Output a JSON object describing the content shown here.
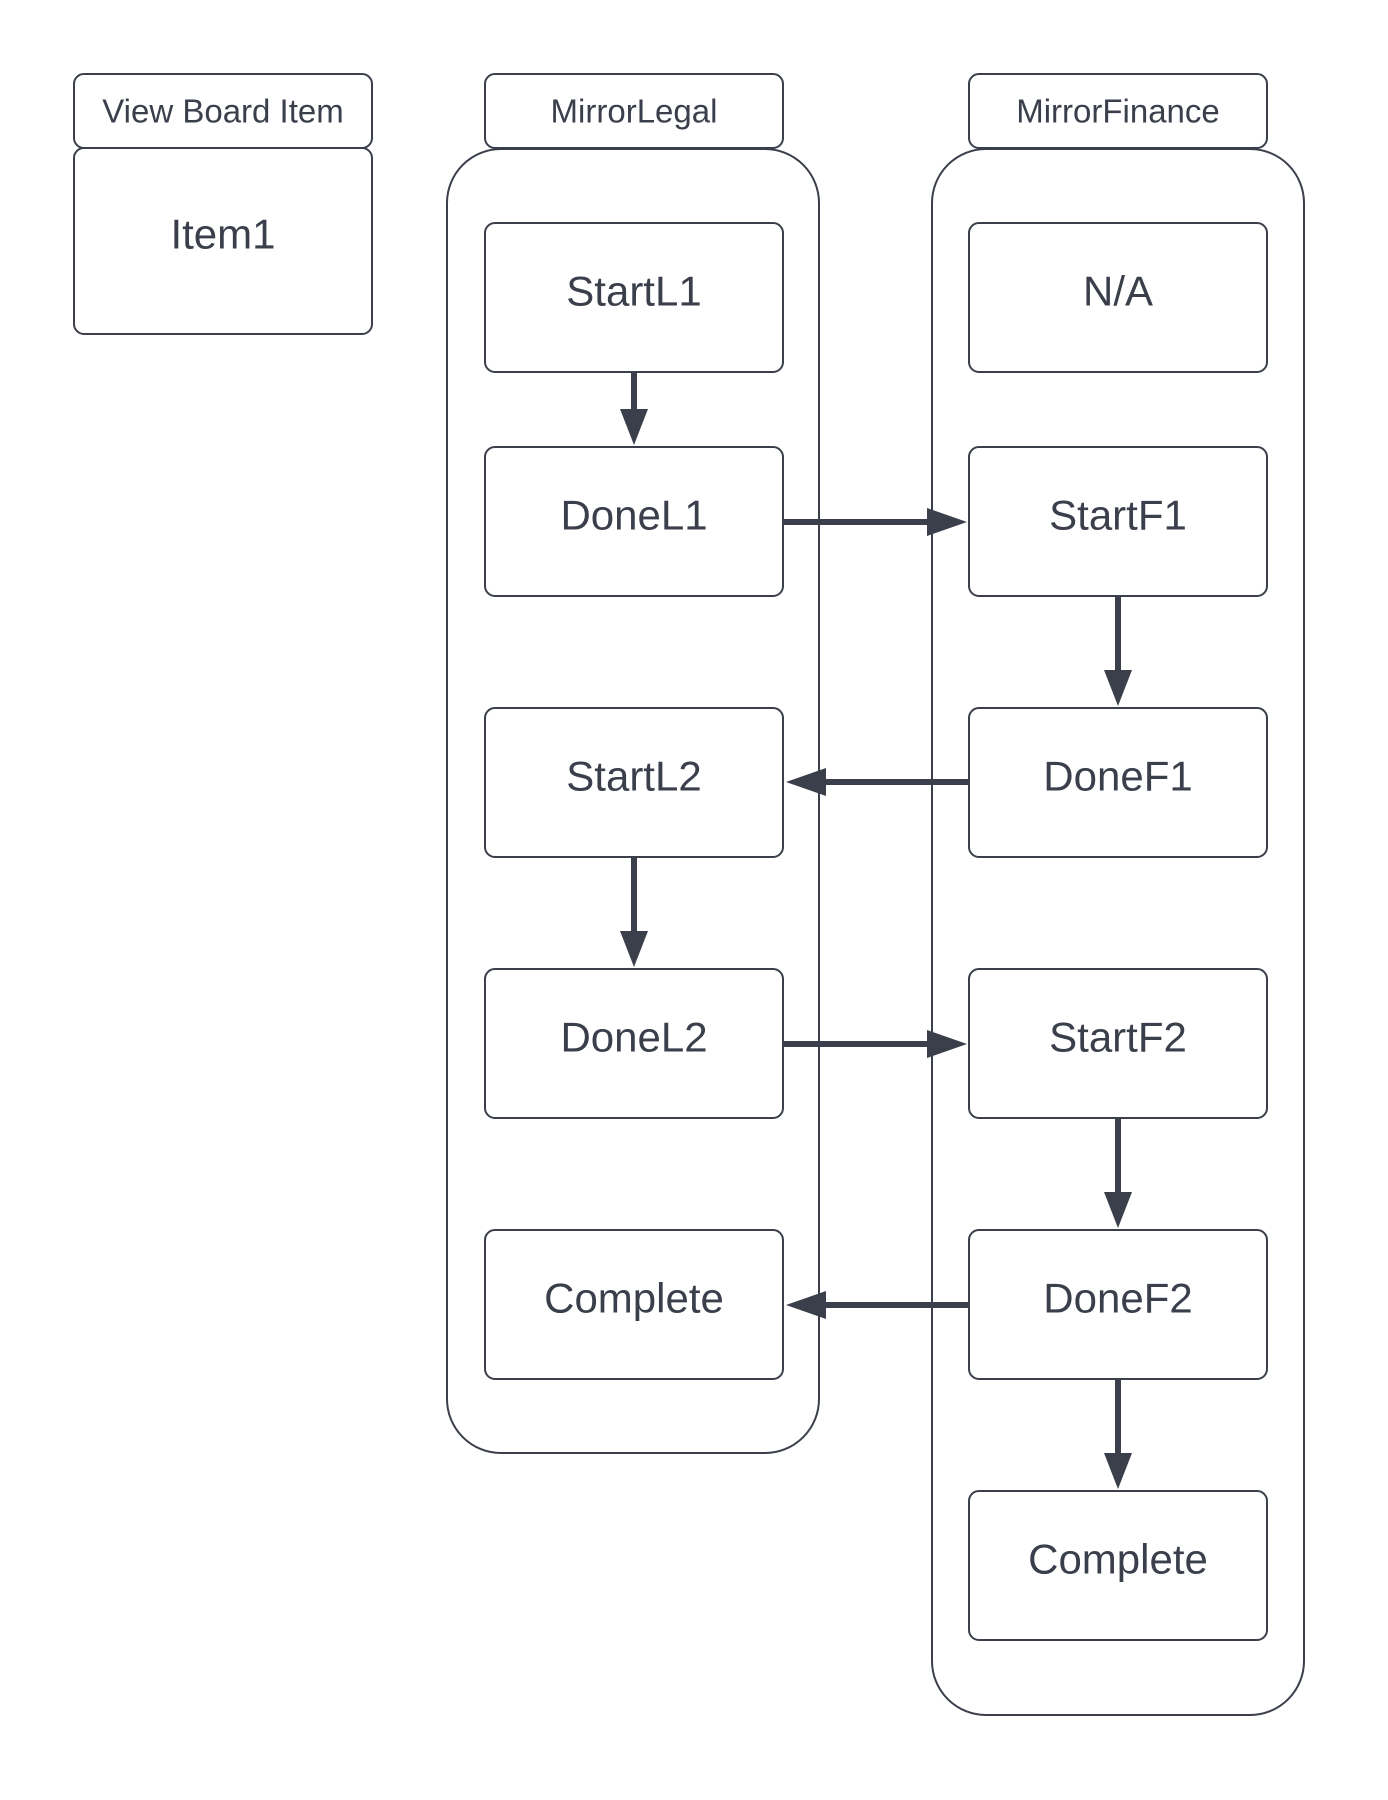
{
  "legend": {
    "header": "View Board Item",
    "item": "Item1"
  },
  "legal": {
    "header": "MirrorLegal",
    "nodes": {
      "start1": "StartL1",
      "done1": "DoneL1",
      "start2": "StartL2",
      "done2": "DoneL2",
      "complete": "Complete"
    }
  },
  "finance": {
    "header": "MirrorFinance",
    "nodes": {
      "na": "N/A",
      "start1": "StartF1",
      "done1": "DoneF1",
      "start2": "StartF2",
      "done2": "DoneF2",
      "complete": "Complete"
    }
  },
  "edges": [
    {
      "from": "legal.nodes.start1",
      "to": "legal.nodes.done1"
    },
    {
      "from": "legal.nodes.done1",
      "to": "finance.nodes.start1"
    },
    {
      "from": "finance.nodes.start1",
      "to": "finance.nodes.done1"
    },
    {
      "from": "finance.nodes.done1",
      "to": "legal.nodes.start2"
    },
    {
      "from": "legal.nodes.start2",
      "to": "legal.nodes.done2"
    },
    {
      "from": "legal.nodes.done2",
      "to": "finance.nodes.start2"
    },
    {
      "from": "finance.nodes.start2",
      "to": "finance.nodes.done2"
    },
    {
      "from": "finance.nodes.done2",
      "to": "legal.nodes.complete"
    },
    {
      "from": "finance.nodes.done2",
      "to": "finance.nodes.complete"
    }
  ],
  "colors": {
    "stroke": "#3a3f4b",
    "background": "#ffffff"
  }
}
